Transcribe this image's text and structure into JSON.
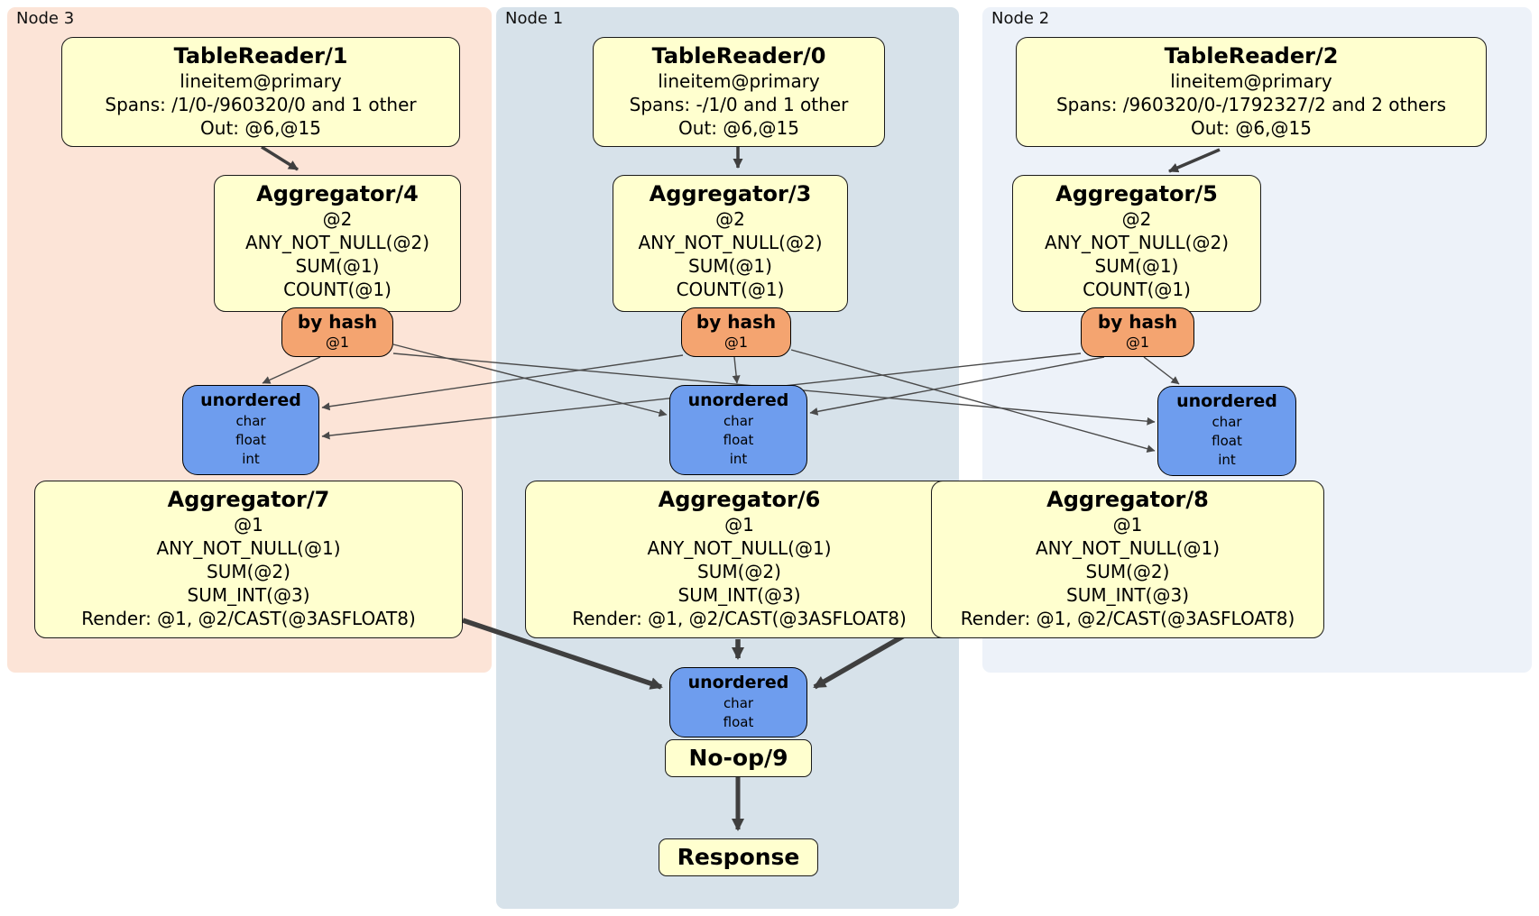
{
  "regions": {
    "node3": {
      "label": "Node 3",
      "bg": "#fce4d7"
    },
    "node1": {
      "label": "Node 1",
      "bg": "#d7e2ea"
    },
    "node2": {
      "label": "Node 2",
      "bg": "#edf2f9"
    }
  },
  "colors": {
    "processor_fill": "#ffffcf",
    "router_fill": "#f4a470",
    "sync_fill": "#6e9dee",
    "edge_thin": "#4a4a4a",
    "edge_thick": "#3f3f3f"
  },
  "processors": {
    "tr1": {
      "title": "TableReader/1",
      "lines": [
        "lineitem@primary",
        "Spans: /1/0-/960320/0 and 1 other",
        "Out: @6,@15"
      ]
    },
    "tr0": {
      "title": "TableReader/0",
      "lines": [
        "lineitem@primary",
        "Spans: -/1/0 and 1 other",
        "Out: @6,@15"
      ]
    },
    "tr2": {
      "title": "TableReader/2",
      "lines": [
        "lineitem@primary",
        "Spans: /960320/0-/1792327/2 and 2 others",
        "Out: @6,@15"
      ]
    },
    "ag4": {
      "title": "Aggregator/4",
      "lines": [
        "@2",
        "ANY_NOT_NULL(@2)",
        "SUM(@1)",
        "COUNT(@1)"
      ]
    },
    "ag3": {
      "title": "Aggregator/3",
      "lines": [
        "@2",
        "ANY_NOT_NULL(@2)",
        "SUM(@1)",
        "COUNT(@1)"
      ]
    },
    "ag5": {
      "title": "Aggregator/5",
      "lines": [
        "@2",
        "ANY_NOT_NULL(@2)",
        "SUM(@1)",
        "COUNT(@1)"
      ]
    },
    "ag7": {
      "title": "Aggregator/7",
      "lines": [
        "@1",
        "ANY_NOT_NULL(@1)",
        "SUM(@2)",
        "SUM_INT(@3)",
        "Render: @1, @2/CAST(@3ASFLOAT8)"
      ]
    },
    "ag6": {
      "title": "Aggregator/6",
      "lines": [
        "@1",
        "ANY_NOT_NULL(@1)",
        "SUM(@2)",
        "SUM_INT(@3)",
        "Render: @1, @2/CAST(@3ASFLOAT8)"
      ]
    },
    "ag8": {
      "title": "Aggregator/8",
      "lines": [
        "@1",
        "ANY_NOT_NULL(@1)",
        "SUM(@2)",
        "SUM_INT(@3)",
        "Render: @1, @2/CAST(@3ASFLOAT8)"
      ]
    },
    "noop": {
      "title": "No-op/9"
    },
    "response": {
      "title": "Response"
    }
  },
  "routers": {
    "bh3": {
      "title": "by hash",
      "detail": "@1"
    },
    "bh1": {
      "title": "by hash",
      "detail": "@1"
    },
    "bh2": {
      "title": "by hash",
      "detail": "@1"
    }
  },
  "syncs": {
    "u3": {
      "title": "unordered",
      "lines": [
        "char",
        "float",
        "int"
      ]
    },
    "u1": {
      "title": "unordered",
      "lines": [
        "char",
        "float",
        "int"
      ]
    },
    "u2": {
      "title": "unordered",
      "lines": [
        "char",
        "float",
        "int"
      ]
    },
    "ufinal": {
      "title": "unordered",
      "lines": [
        "char",
        "float"
      ]
    }
  }
}
